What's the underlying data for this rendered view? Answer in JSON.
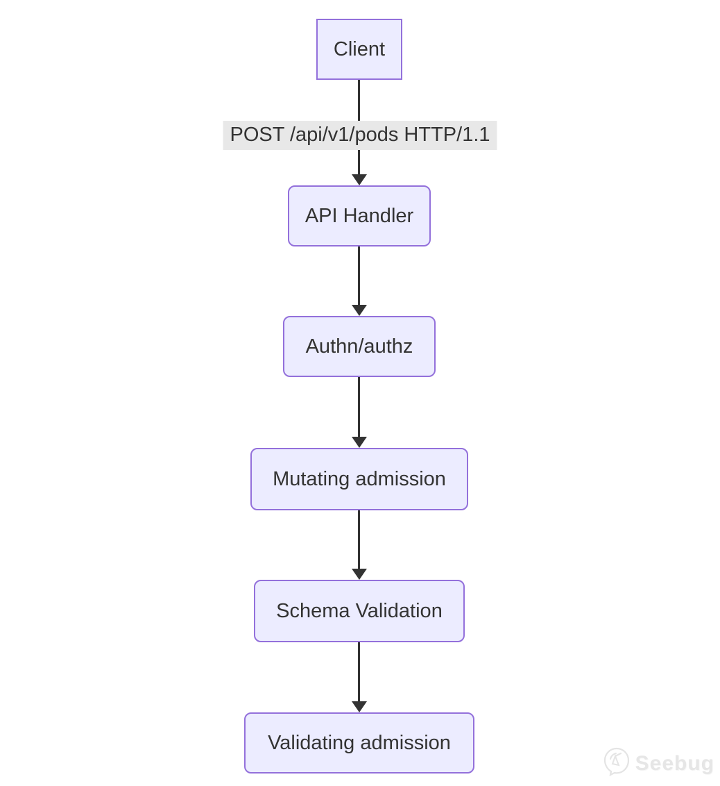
{
  "diagram": {
    "type": "flowchart",
    "direction": "top-down",
    "nodes": [
      {
        "id": "client",
        "label": "Client",
        "shape": "rect"
      },
      {
        "id": "api-handler",
        "label": "API Handler",
        "shape": "rounded"
      },
      {
        "id": "authn-authz",
        "label": "Authn/authz",
        "shape": "rounded"
      },
      {
        "id": "mutating-admission",
        "label": "Mutating admission",
        "shape": "rounded"
      },
      {
        "id": "schema-validation",
        "label": "Schema Validation",
        "shape": "rounded"
      },
      {
        "id": "validating-admission",
        "label": "Validating admission",
        "shape": "rounded"
      }
    ],
    "edges": [
      {
        "from": "client",
        "to": "api-handler",
        "label": "POST /api/v1/pods HTTP/1.1"
      },
      {
        "from": "api-handler",
        "to": "authn-authz",
        "label": ""
      },
      {
        "from": "authn-authz",
        "to": "mutating-admission",
        "label": ""
      },
      {
        "from": "mutating-admission",
        "to": "schema-validation",
        "label": ""
      },
      {
        "from": "schema-validation",
        "to": "validating-admission",
        "label": ""
      }
    ]
  },
  "watermark": {
    "text": "Seebug"
  },
  "colors": {
    "node_fill": "#ECECFF",
    "node_border": "#9370DB",
    "line_color": "#333333",
    "text_color": "#333333",
    "edge_label_bg": "#e8e8e8",
    "watermark_color": "#e6e6e6"
  }
}
